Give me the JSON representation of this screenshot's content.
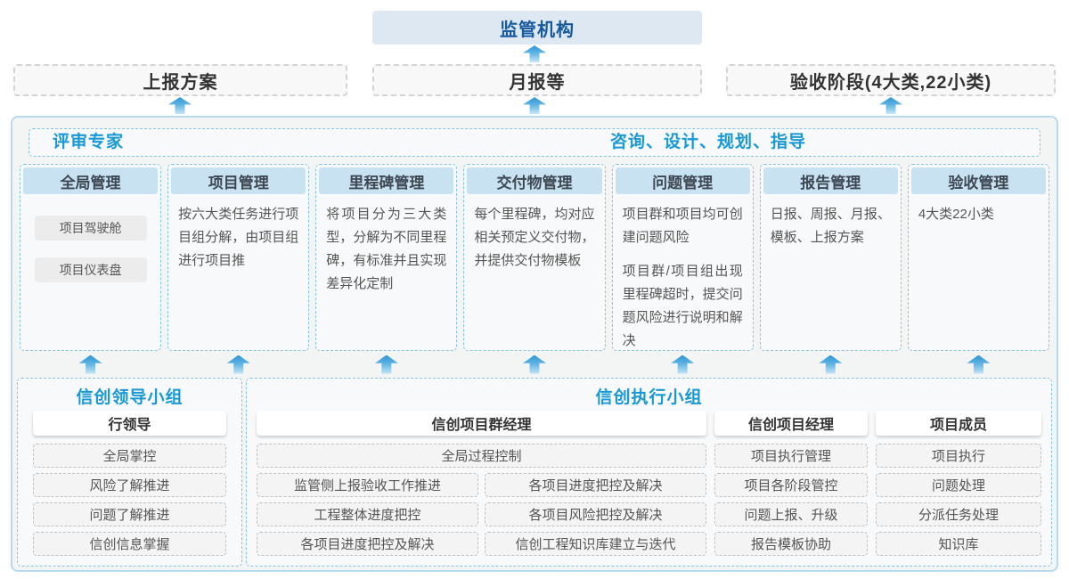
{
  "colors": {
    "accent_blue": "#1899d6",
    "dark_blue": "#15599e",
    "regulator_bg": "#dde8f3",
    "column_header_bg": "#c9e2f2",
    "dashed_blue_border": "#85c3e6",
    "arrow_blue": "#2f96d4"
  },
  "top": {
    "regulator": "监管机构",
    "boxes": [
      "上报方案",
      "月报等",
      "验收阶段(4大类,22小类)"
    ]
  },
  "main": {
    "experts_left": "评审专家",
    "experts_right": "咨询、设计、规划、指导",
    "columns": [
      {
        "title": "全局管理",
        "chips": [
          "项目驾驶舱",
          "项目仪表盘"
        ]
      },
      {
        "title": "项目管理",
        "paragraphs": [
          "按六大类任务进行项目组分解，由项目组进行项目推"
        ]
      },
      {
        "title": "里程碑管理",
        "paragraphs": [
          "将项目分为三大类型，分解为不同里程碑，有标准并且实现差异化定制"
        ]
      },
      {
        "title": "交付物管理",
        "paragraphs": [
          "每个里程碑，均对应相关预定义交付物，并提供交付物模板"
        ]
      },
      {
        "title": "问题管理",
        "paragraphs": [
          "项目群和项目均可创建问题风险",
          "项目群/项目组出现里程碑超时，提交问题风险进行说明和解决"
        ]
      },
      {
        "title": "报告管理",
        "paragraphs": [
          "日报、周报、月报、模板、上报方案"
        ]
      },
      {
        "title": "验收管理",
        "paragraphs": [
          "4大类22小类"
        ]
      }
    ]
  },
  "bottom": {
    "leadership": {
      "title": "信创领导小组",
      "role": "行领导",
      "items": [
        "全局掌控",
        "风险了解推进",
        "问题了解推进",
        "信创信息掌握"
      ]
    },
    "execution": {
      "title": "信创执行小组",
      "program_manager": {
        "role": "信创项目群经理",
        "full_item": "全局过程控制",
        "left_items": [
          "监管侧上报验收工作推进",
          "工程整体进度把控",
          "各项目进度把控及解决"
        ],
        "right_items": [
          "各项目进度把控及解决",
          "各项目风险把控及解决",
          "信创工程知识库建立与迭代"
        ]
      },
      "project_manager": {
        "role": "信创项目经理",
        "items": [
          "项目执行管理",
          "项目各阶段管控",
          "问题上报、升级",
          "报告模板协助"
        ]
      },
      "member": {
        "role": "项目成员",
        "items": [
          "项目执行",
          "问题处理",
          "分派任务处理",
          "知识库"
        ]
      }
    }
  }
}
